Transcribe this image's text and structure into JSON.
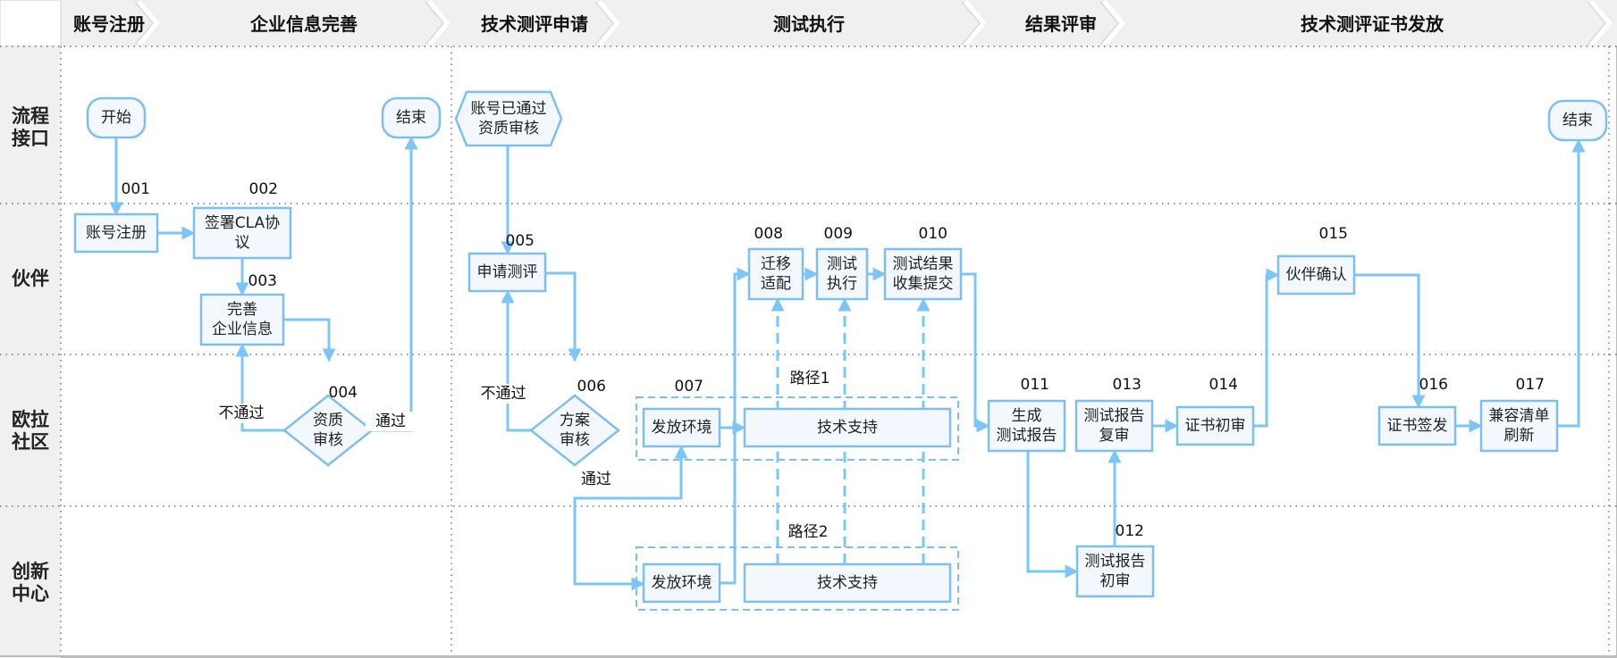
{
  "diagram": {
    "type": "swimlane-flowchart",
    "colors": {
      "node_fill": "#f2f8fe",
      "node_stroke": "#7fbfef",
      "connector": "#7cc5f6",
      "header_bg": "#f0f0f0",
      "lane_header_bg": "#f0f0f0",
      "divider": "#555555"
    },
    "phases": [
      {
        "id": "p1",
        "label": "账号注册"
      },
      {
        "id": "p2",
        "label": "企业信息完善"
      },
      {
        "id": "p3",
        "label": "技术测评申请"
      },
      {
        "id": "p4",
        "label": "测试执行"
      },
      {
        "id": "p5",
        "label": "结果评审"
      },
      {
        "id": "p6",
        "label": "技术测评证书发放"
      }
    ],
    "lanes": [
      {
        "id": "l1",
        "label": [
          "流程",
          "接口"
        ]
      },
      {
        "id": "l2",
        "label": [
          "伙伴"
        ]
      },
      {
        "id": "l3",
        "label": [
          "欧拉",
          "社区"
        ]
      },
      {
        "id": "l4",
        "label": [
          "创新",
          "中心"
        ]
      }
    ],
    "nodes": [
      {
        "id": "start",
        "shape": "terminal",
        "lines": [
          "开始"
        ]
      },
      {
        "id": "end1",
        "shape": "terminal",
        "lines": [
          "结束"
        ]
      },
      {
        "id": "n001",
        "num": "001",
        "shape": "process",
        "lines": [
          "账号注册"
        ]
      },
      {
        "id": "n002",
        "num": "002",
        "shape": "process",
        "lines": [
          "签署CLA协",
          "议"
        ]
      },
      {
        "id": "n003",
        "num": "003",
        "shape": "process",
        "lines": [
          "完善",
          "企业信息"
        ]
      },
      {
        "id": "n004",
        "num": "004",
        "shape": "decision",
        "lines": [
          "资质",
          "审核"
        ]
      },
      {
        "id": "pre",
        "shape": "hexagon",
        "lines": [
          "账号已通过",
          "资质审核"
        ]
      },
      {
        "id": "n005",
        "num": "005",
        "shape": "process",
        "lines": [
          "申请测评"
        ]
      },
      {
        "id": "n006",
        "num": "006",
        "shape": "decision",
        "lines": [
          "方案",
          "审核"
        ]
      },
      {
        "id": "n007a",
        "num": "007",
        "shape": "process",
        "lines": [
          "发放环境"
        ]
      },
      {
        "id": "ts1",
        "shape": "process",
        "lines": [
          "技术支持"
        ]
      },
      {
        "id": "n007b",
        "shape": "process",
        "lines": [
          "发放环境"
        ]
      },
      {
        "id": "ts2",
        "shape": "process",
        "lines": [
          "技术支持"
        ]
      },
      {
        "id": "n008",
        "num": "008",
        "shape": "process",
        "lines": [
          "迁移",
          "适配"
        ]
      },
      {
        "id": "n009",
        "num": "009",
        "shape": "process",
        "lines": [
          "测试",
          "执行"
        ]
      },
      {
        "id": "n010",
        "num": "010",
        "shape": "process",
        "lines": [
          "测试结果",
          "收集提交"
        ]
      },
      {
        "id": "n011",
        "num": "011",
        "shape": "process",
        "lines": [
          "生成",
          "测试报告"
        ]
      },
      {
        "id": "n012",
        "num": "012",
        "shape": "process",
        "lines": [
          "测试报告",
          "初审"
        ]
      },
      {
        "id": "n013",
        "num": "013",
        "shape": "process",
        "lines": [
          "测试报告",
          "复审"
        ]
      },
      {
        "id": "n014",
        "num": "014",
        "shape": "process",
        "lines": [
          "证书初审"
        ]
      },
      {
        "id": "n015",
        "num": "015",
        "shape": "process",
        "lines": [
          "伙伴确认"
        ]
      },
      {
        "id": "n016",
        "num": "016",
        "shape": "process",
        "lines": [
          "证书签发"
        ]
      },
      {
        "id": "n017",
        "num": "017",
        "shape": "process",
        "lines": [
          "兼容清单",
          "刷新"
        ]
      },
      {
        "id": "end2",
        "shape": "terminal",
        "lines": [
          "结束"
        ]
      }
    ],
    "groups": [
      {
        "id": "path1",
        "label": "路径1",
        "members": [
          "n007a",
          "ts1"
        ]
      },
      {
        "id": "path2",
        "label": "路径2",
        "members": [
          "n007b",
          "ts2"
        ]
      }
    ],
    "edges": [
      {
        "from": "start",
        "to": "n001"
      },
      {
        "from": "n001",
        "to": "n002"
      },
      {
        "from": "n002",
        "to": "n003"
      },
      {
        "from": "n003",
        "to": "n004"
      },
      {
        "from": "n004",
        "to": "n003",
        "label": "不通过"
      },
      {
        "from": "n004",
        "to": "end1",
        "label": "通过"
      },
      {
        "from": "pre",
        "to": "n005"
      },
      {
        "from": "n005",
        "to": "n006"
      },
      {
        "from": "n006",
        "to": "n005",
        "label": "不通过"
      },
      {
        "from": "n006",
        "to": "n007a",
        "label": "通过"
      },
      {
        "from": "n006",
        "to": "n007b"
      },
      {
        "from": "n007a",
        "to": "ts1"
      },
      {
        "from": "n007b",
        "to": "n008"
      },
      {
        "from": "n008",
        "to": "n009"
      },
      {
        "from": "n009",
        "to": "n010"
      },
      {
        "from": "ts2",
        "to": "n008",
        "style": "dashed"
      },
      {
        "from": "ts2",
        "to": "n009",
        "style": "dashed"
      },
      {
        "from": "ts2",
        "to": "n010",
        "style": "dashed"
      },
      {
        "from": "n010",
        "to": "n011"
      },
      {
        "from": "n011",
        "to": "n012"
      },
      {
        "from": "n012",
        "to": "n013"
      },
      {
        "from": "n013",
        "to": "n014"
      },
      {
        "from": "n014",
        "to": "n015"
      },
      {
        "from": "n015",
        "to": "n016"
      },
      {
        "from": "n016",
        "to": "n017"
      },
      {
        "from": "n017",
        "to": "end2"
      }
    ],
    "edge_labels": {
      "fail_1": "不通过",
      "pass_1": "通过",
      "fail_2": "不通过",
      "pass_2": "通过"
    }
  }
}
